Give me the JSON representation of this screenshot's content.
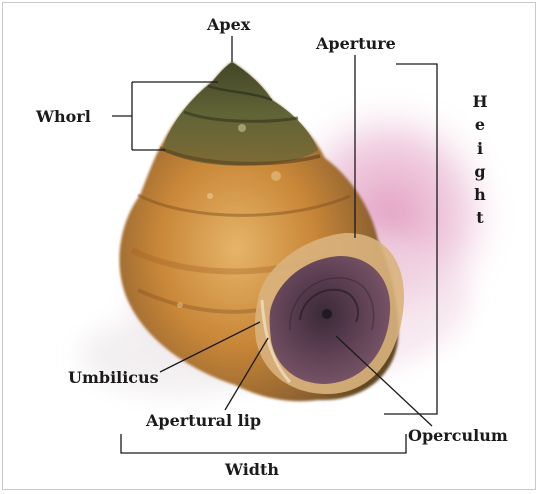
{
  "diagram": {
    "labels": {
      "apex": "Apex",
      "aperture": "Aperture",
      "whorl": "Whorl",
      "height": "Height",
      "umbilicus": "Umbilicus",
      "apertural_lip": "Apertural lip",
      "operculum": "Operculum",
      "width": "Width"
    },
    "colors": {
      "line": "#1a1a1a",
      "shell_light": "#d9a35b",
      "shell_mid": "#b8742e",
      "shell_dark": "#6e4a22",
      "spire_green": "#5a5d34",
      "operculum": "#5a3b4e",
      "shadow_pink": "#e3a7c4"
    }
  }
}
